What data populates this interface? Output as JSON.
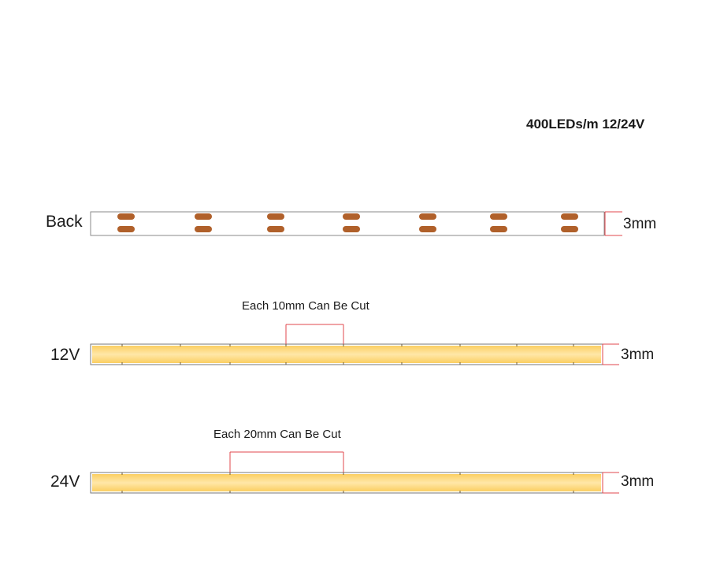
{
  "spec": "400LEDs/m  12/24V",
  "strips": [
    {
      "key": "back",
      "label": "Back",
      "thickness": "3mm"
    },
    {
      "key": "12v",
      "label": "12V",
      "thickness": "3mm",
      "cut_note": "Each 10mm Can Be Cut"
    },
    {
      "key": "24v",
      "label": "24V",
      "thickness": "3mm",
      "cut_note": "Each 20mm Can Be Cut"
    }
  ],
  "colors": {
    "pad": "#b0602a",
    "led_glow": "#fbcf62",
    "led_core": "#ffe7a8",
    "dimension_line": "#e0474c",
    "outline": "#8a8a8a"
  }
}
